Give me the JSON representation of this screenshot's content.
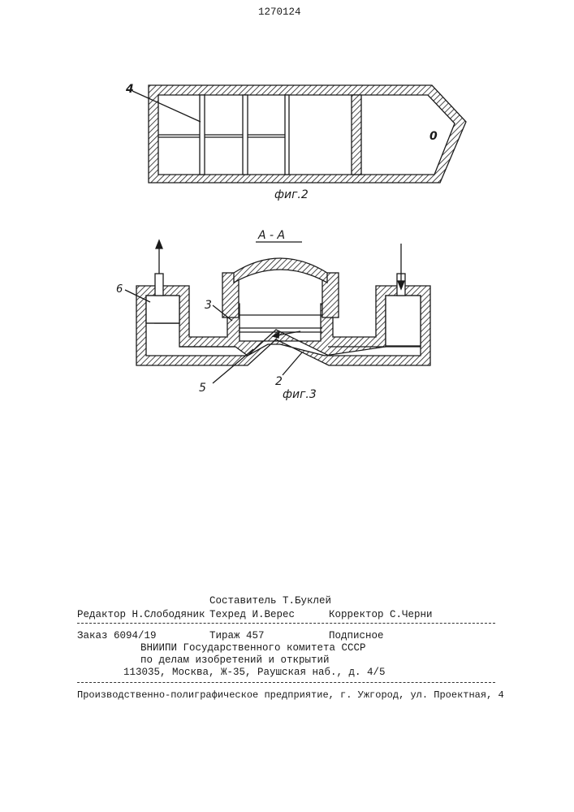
{
  "page": {
    "patent_number": "1270124"
  },
  "figures": {
    "fig2": {
      "caption": "фиг.2",
      "label_4": "4",
      "label_0": "0"
    },
    "fig3": {
      "section_label": "А - А",
      "caption": "фиг.3",
      "label_6": "6",
      "label_3": "3",
      "label_5": "5",
      "label_2": "2"
    }
  },
  "imprint": {
    "compiler": "Составитель Т.Буклей",
    "editor": "Редактор Н.Слободяник",
    "techred": "Техред И.Верес",
    "corrector": "Корректор С.Черни",
    "order": "Заказ 6094/19",
    "circulation": "Тираж 457",
    "subscription": "Подписное",
    "org_line1": "ВНИИПИ Государственного комитета СССР",
    "org_line2": "по делам изобретений и открытий",
    "address": "113035, Москва, Ж-35, Раушская наб., д. 4/5",
    "printer": "Производственно-полиграфическое предприятие, г. Ужгород, ул. Проектная, 4"
  },
  "colors": {
    "ink": "#1a1a1a",
    "paper": "#ffffff"
  }
}
